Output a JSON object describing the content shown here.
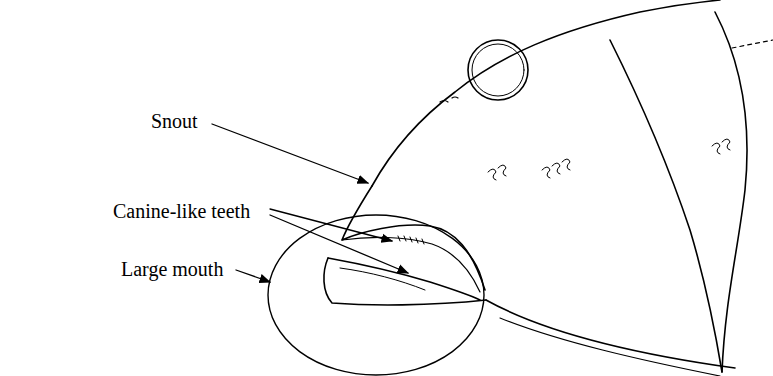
{
  "diagram": {
    "labels": [
      "Snout",
      "Canine-like teeth",
      "Large mouth"
    ]
  }
}
